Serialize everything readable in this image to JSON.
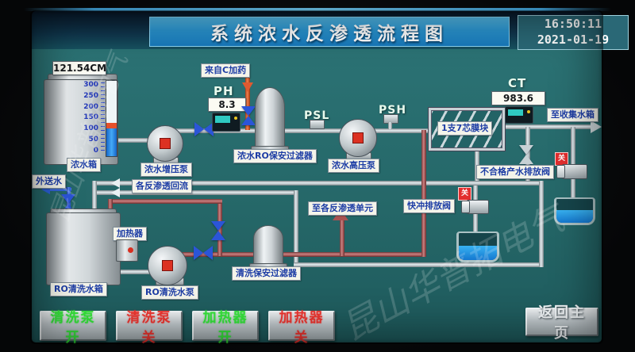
{
  "header": {
    "title": "系统浓水反渗透流程图",
    "time": "16:50:11",
    "date": "2021-01-19"
  },
  "conc_tank": {
    "reading": "121.54CM",
    "scale": [
      "300",
      "250",
      "200",
      "150",
      "100",
      "50",
      "0"
    ],
    "label": "浓水箱",
    "level_pct": 37
  },
  "labels": {
    "out_water": "外送水",
    "booster_pump": "浓水增压泵",
    "ro_return": "各反渗透回流",
    "dosing": "来自C加药",
    "ro_filter": "浓水RO保安过滤器",
    "hp_pump": "浓水高压泵",
    "membrane": "1支7芯膜块",
    "to_collect": "至收集水箱",
    "bad_valve": "不合格产水排放阀",
    "flush_valve": "快冲排放阀",
    "to_units": "至各反渗透单元",
    "clean_tank": "RO清洗水箱",
    "heater": "加热器",
    "clean_pump": "RO清洗水泵",
    "clean_filter": "清洗保安过滤器"
  },
  "sensors": {
    "ph": {
      "name": "PH",
      "value": "8.3"
    },
    "psl": "PSL",
    "psh": "PSH",
    "ct": {
      "name": "CT",
      "value": "983.6"
    }
  },
  "status": {
    "closed": "关"
  },
  "buttons": [
    {
      "label": "清洗泵开",
      "state": "on"
    },
    {
      "label": "清洗泵关",
      "state": "off"
    },
    {
      "label": "加热器开",
      "state": "on"
    },
    {
      "label": "加热器关",
      "state": "off"
    }
  ],
  "home_button": "返回主页",
  "watermark": "昆山华普拓电气",
  "colors": {
    "screen_teal": "#256a6c",
    "title_blue": "#2a96d2",
    "pipe_red": "#a85252",
    "pipe_blue": "#2b55d8",
    "status_red": "#e22e2e",
    "btn_on_text": "#35e83a",
    "btn_off_text": "#f23630"
  }
}
